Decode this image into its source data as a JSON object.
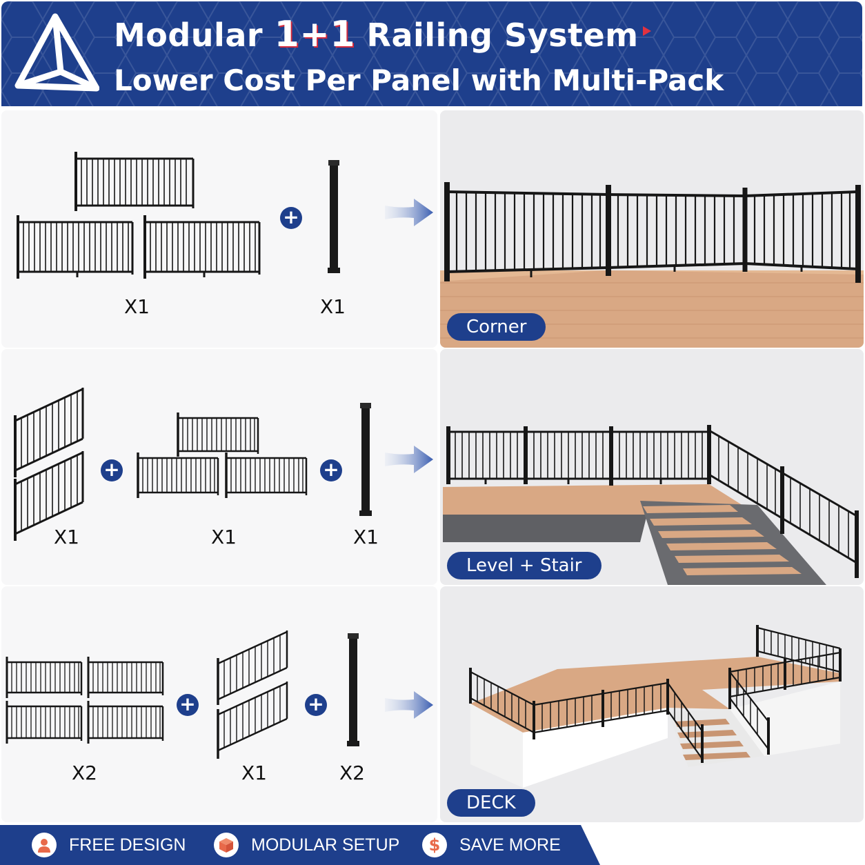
{
  "header": {
    "title_prefix": "Modular",
    "title_highlight": "1+1",
    "title_suffix": "Railing System",
    "subtitle": "Lower Cost Per Panel with Multi-Pack"
  },
  "rows": [
    {
      "quantities": [
        "X1",
        "X1"
      ],
      "scene_label": "Corner"
    },
    {
      "quantities": [
        "X1",
        "X1",
        "X1"
      ],
      "scene_label": "Level + Stair"
    },
    {
      "quantities": [
        "X2",
        "X1",
        "X2"
      ],
      "scene_label": "DECK"
    }
  ],
  "footer": {
    "features": [
      {
        "label": "FREE DESIGN",
        "icon": "person-icon"
      },
      {
        "label": "MODULAR SETUP",
        "icon": "box-icon"
      },
      {
        "label": "SAVE MORE",
        "icon": "dollar-icon"
      }
    ]
  },
  "colors": {
    "brand": "#1e3f8c",
    "accent": "#e23240",
    "deck_wood": "#d9a884",
    "rail": "#161616"
  }
}
